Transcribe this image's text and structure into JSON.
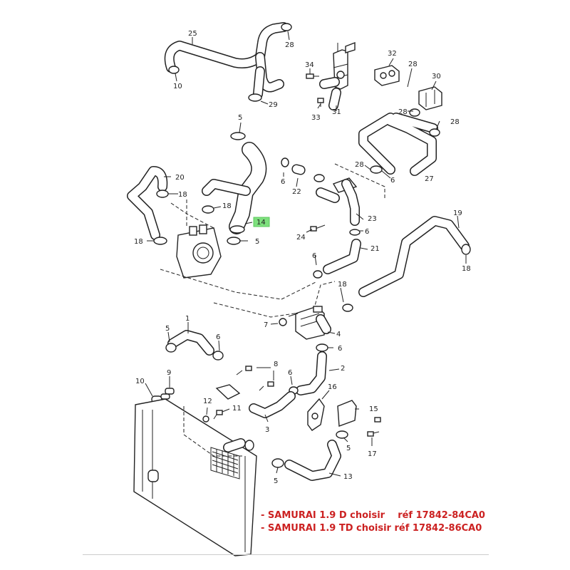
{
  "diagram": {
    "callouts": {
      "c25": "25",
      "c28a": "28",
      "c10a": "10",
      "c29": "29",
      "c34": "34",
      "c32": "32",
      "c28b": "28",
      "c30": "30",
      "c33": "33",
      "c31": "31",
      "c5a": "5",
      "c28c": "28",
      "c28d": "28",
      "c27": "27",
      "c28e": "28",
      "c20": "20",
      "c18a": "18",
      "c18b": "18",
      "c14": "14",
      "c18c": "18",
      "c5b": "5",
      "c6a": "6",
      "c22": "22",
      "c23": "23",
      "c24": "24",
      "c6b": "6",
      "c21": "21",
      "c19": "19",
      "c18d": "18",
      "c18e": "18",
      "c7": "7",
      "c4": "4",
      "c1": "1",
      "c5c": "5",
      "c6c": "6",
      "c6d": "6",
      "c2": "2",
      "c8": "8",
      "c9": "9",
      "c10b": "10",
      "c6e": "6",
      "c16": "16",
      "c15": "15",
      "c12": "12",
      "c11": "11",
      "c3": "3",
      "c17": "17",
      "c5d": "5",
      "c13": "13"
    },
    "highlight_color": "#7ee07e"
  },
  "notes": {
    "line1": "- SAMURAI 1.9 D choisir    réf 17842-84CA0",
    "line2": "- SAMURAI 1.9 TD choisir réf 17842-86CA0",
    "color": "#cc2222"
  }
}
